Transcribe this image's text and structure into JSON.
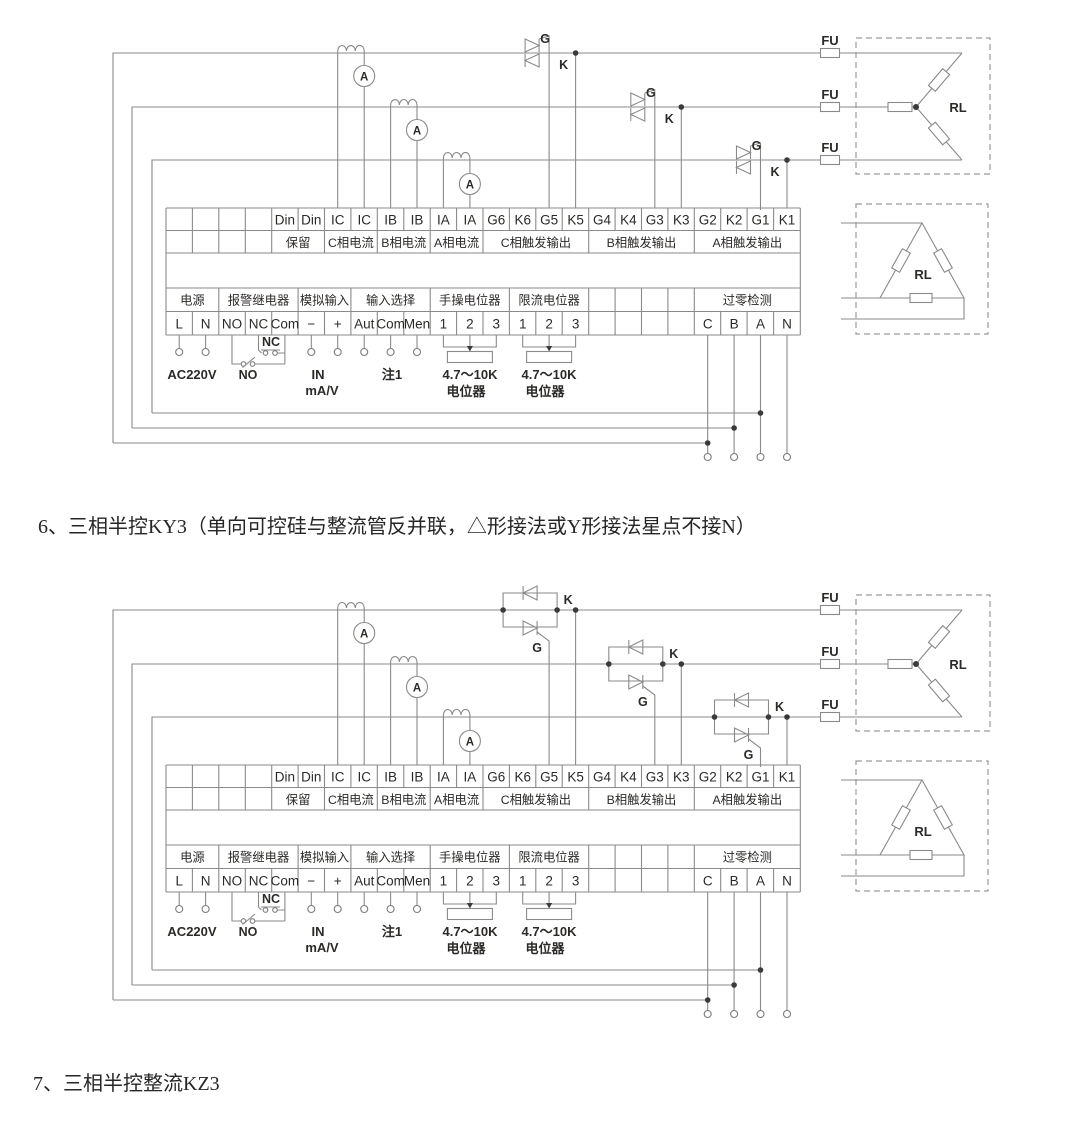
{
  "page": {
    "background": "#ffffff",
    "line_color": "#8a8a8a",
    "text_color": "#2c2a28"
  },
  "captions": {
    "section6": "6、三相半控KY3（单向可控硅与整流管反并联，△形接法或Y形接法星点不接N）",
    "section7": "7、三相半控整流KZ3"
  },
  "tb": {
    "r1": [
      "Din",
      "Din",
      "IC",
      "IC",
      "IB",
      "IB",
      "IA",
      "IA",
      "G6",
      "K6",
      "G5",
      "K5",
      "G4",
      "K4",
      "G3",
      "K3",
      "G2",
      "K2",
      "G1",
      "K1"
    ],
    "r2": [
      "保留",
      "C相电流",
      "B相电流",
      "A相电流",
      "C相触发输出",
      "B相触发输出",
      "A相触发输出"
    ],
    "r3": [
      "电源",
      "报警继电器",
      "模拟输入",
      "输入选择",
      "手操电位器",
      "限流电位器",
      "过零检测"
    ],
    "r4": [
      "L",
      "N",
      "NO",
      "NC",
      "Com",
      "−",
      "+",
      "Aut",
      "Com",
      "Men",
      "1",
      "2",
      "3",
      "1",
      "2",
      "3",
      "C",
      "B",
      "A",
      "N"
    ]
  },
  "annotations": {
    "ac_supply": "AC220V",
    "relay_no": "NO",
    "relay_nc": "NC",
    "analog_in": "IN",
    "analog_unit": "mA/V",
    "note1": "注1",
    "pot_value": "4.7～10K",
    "pot_name": "电位器",
    "fuse": "FU",
    "load": "RL",
    "gate": "G",
    "cathode": "K",
    "ammeter": "A"
  }
}
